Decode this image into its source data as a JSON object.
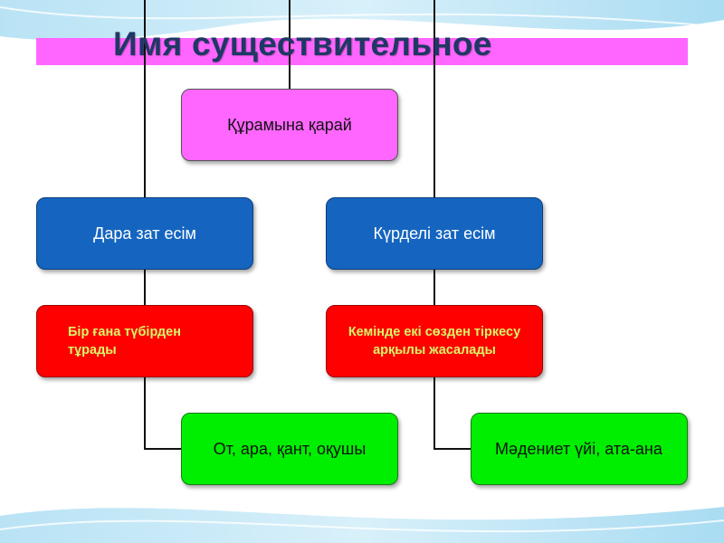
{
  "slide": {
    "title": "Имя существительное"
  },
  "diagram": {
    "root": "Құрамына қарай",
    "branches": [
      {
        "type": "Дара зат есім",
        "rule": "Бір ғана түбірден тұрады",
        "example": "От, ара, қант, оқушы"
      },
      {
        "type": "Күрделі зат есім",
        "rule": "Кемінде екі сөзден тіркесу арқылы жасалады",
        "example": "Мәдениет үйі, ата-ана"
      }
    ]
  },
  "colors": {
    "title_bar": "#ff66ff",
    "title_text": "#1f3864",
    "root_box": "#ff66ff",
    "type_box": "#1565c0",
    "rule_box": "#ff0000",
    "rule_text": "#d8f56a",
    "example_box": "#00ee00"
  }
}
